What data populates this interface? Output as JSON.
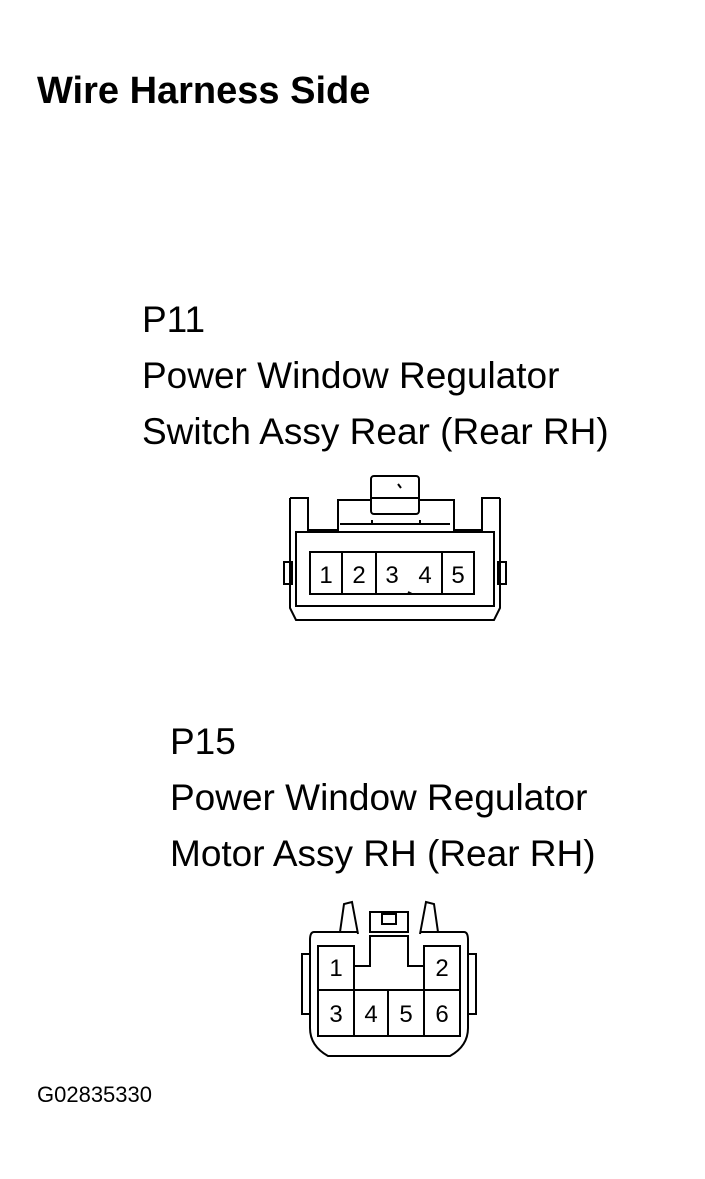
{
  "title": "Wire Harness Side",
  "connectors": [
    {
      "code": "P11",
      "name_lines": [
        "Power Window Regulator",
        "Switch Assy Rear (Rear RH)"
      ],
      "pins": [
        "1",
        "2",
        "3",
        "4",
        "5"
      ]
    },
    {
      "code": "P15",
      "name_lines": [
        "Power Window Regulator",
        "Motor Assy RH (Rear RH)"
      ],
      "pins": [
        "1",
        "2",
        "3",
        "4",
        "5",
        "6"
      ]
    }
  ],
  "figure_id": "G02835330"
}
